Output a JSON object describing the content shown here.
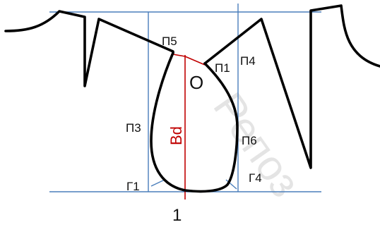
{
  "diagram": {
    "labels": {
      "p5": "П5",
      "p1": "П1",
      "p4": "П4",
      "p3": "П3",
      "p6": "П6",
      "g1": "Г1",
      "g4": "Г4",
      "o": "O",
      "bd": "Bd",
      "one": "1"
    },
    "watermark": "Репоз"
  },
  "colors": {
    "outline": "#000000",
    "guide": "#4a7ebb",
    "axis": "#c00000",
    "watermark": "#cfcfcf"
  }
}
